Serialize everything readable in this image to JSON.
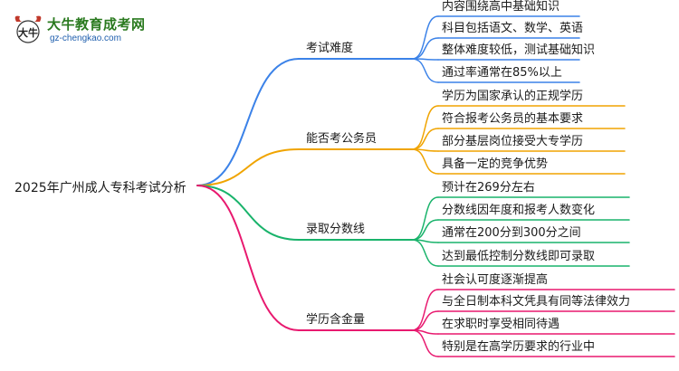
{
  "brand": {
    "logo_text": "大牛",
    "title": "大牛教育成考网",
    "url": "gz-chengkao.com"
  },
  "root": "2025年广州成人专科考试分析",
  "branches": [
    {
      "label": "考试难度",
      "color": "#3b82e8",
      "leaves": [
        "内容围绕高中基础知识",
        "科目包括语文、数学、英语",
        "整体难度较低，测试基础知识",
        "通过率通常在85%以上"
      ]
    },
    {
      "label": "能否考公务员",
      "color": "#f0a400",
      "leaves": [
        "学历为国家承认的正规学历",
        "符合报考公务员的基本要求",
        "部分基层岗位接受大专学历",
        "具备一定的竞争优势"
      ]
    },
    {
      "label": "录取分数线",
      "color": "#19b36b",
      "leaves": [
        "预计在269分左右",
        "分数线因年度和报考人数变化",
        "通常在200分到300分之间",
        "达到最低控制分数线即可录取"
      ]
    },
    {
      "label": "学历含金量",
      "color": "#e8196f",
      "leaves": [
        "社会认可度逐渐提高",
        "与全日制本科文凭具有同等法律效力",
        "在求职时享受相同待遇",
        "特别是在高学历要求的行业中"
      ]
    }
  ]
}
